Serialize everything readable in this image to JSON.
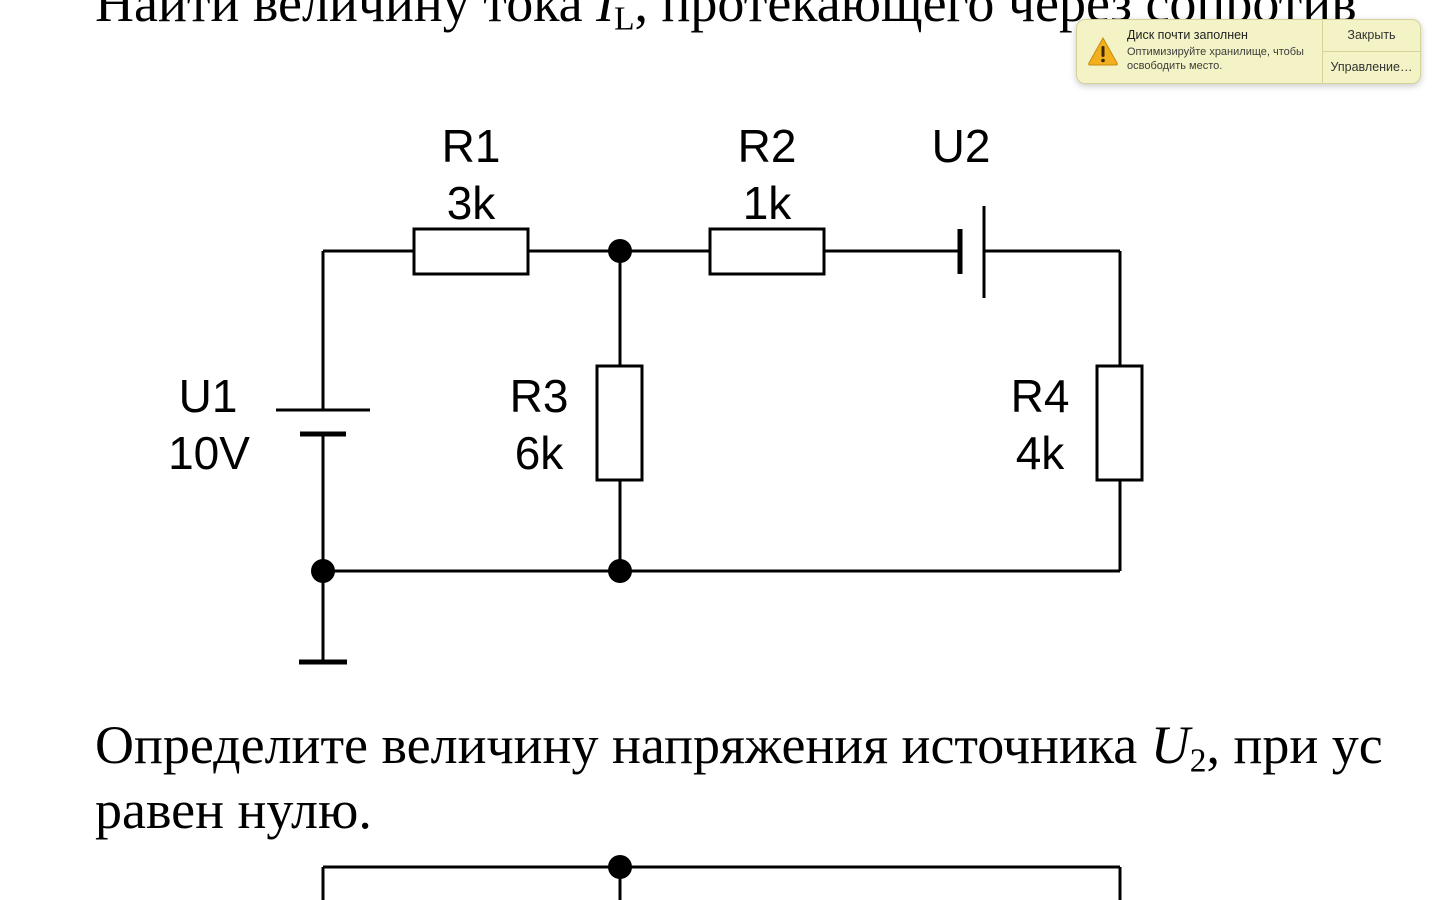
{
  "document": {
    "top_line_prefix": "Найти величину тока ",
    "top_line_var": "I",
    "top_line_var_sub": "L",
    "top_line_suffix": ", протекающего через сопротив",
    "question_line1_prefix": "Определите величину напряжения источника ",
    "question_line1_var": "U",
    "question_line1_var_sub": "2",
    "question_line1_suffix": ", при ус",
    "question_line2": "равен нулю."
  },
  "circuit": {
    "r1_name": "R1",
    "r1_value": "3k",
    "r2_name": "R2",
    "r2_value": "1k",
    "u2_name": "U2",
    "u1_name": "U1",
    "u1_value": "10V",
    "r3_name": "R3",
    "r3_value": "6k",
    "r4_name": "R4",
    "r4_value": "4k"
  },
  "notification": {
    "title": "Диск почти заполнен",
    "body": "Оптимизируйте хранилище, чтобы освободить место.",
    "close_label": "Закрыть",
    "manage_label": "Управление…",
    "icon": "warning-icon",
    "background_color": "#f4f3c6"
  }
}
